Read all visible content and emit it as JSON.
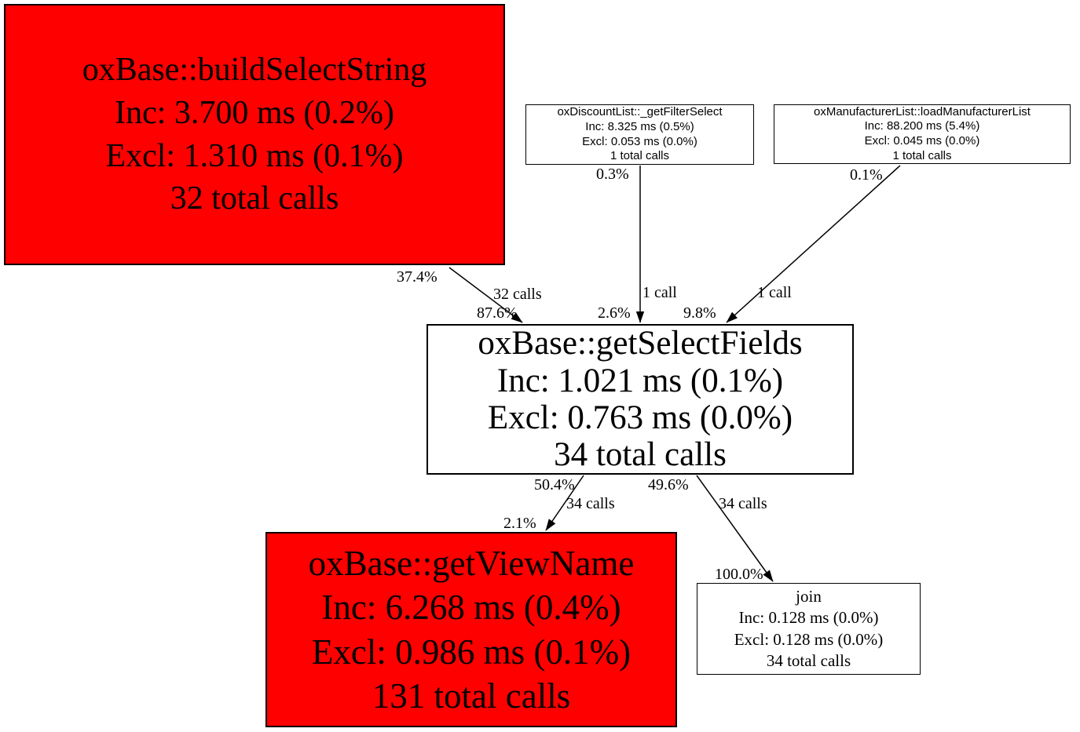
{
  "diagram": {
    "type": "profiler-call-graph",
    "background_color": "#ffffff",
    "edge_color": "#000000",
    "hot_node_color": "#ff0000",
    "normal_node_color": "#ffffff",
    "border_color": "#000000"
  },
  "nodes": [
    {
      "id": "oxBase::buildSelectString",
      "name": "oxBase::buildSelectString",
      "inc": "Inc: 3.700 ms (0.2%)",
      "excl": "Excl: 1.310 ms (0.1%)",
      "calls": "32 total calls",
      "highlight": "red"
    },
    {
      "id": "oxDiscountList::_getFilterSelect",
      "name": "oxDiscountList::_getFilterSelect",
      "inc": "Inc: 8.325 ms (0.5%)",
      "excl": "Excl: 0.053 ms (0.0%)",
      "calls": "1 total calls",
      "highlight": "none"
    },
    {
      "id": "oxManufacturerList::loadManufacturerList",
      "name": "oxManufacturerList::loadManufacturerList",
      "inc": "Inc: 88.200 ms (5.4%)",
      "excl": "Excl: 0.045 ms (0.0%)",
      "calls": "1 total calls",
      "highlight": "none"
    },
    {
      "id": "oxBase::getSelectFields",
      "name": "oxBase::getSelectFields",
      "inc": "Inc: 1.021 ms (0.1%)",
      "excl": "Excl: 0.763 ms (0.0%)",
      "calls": "34 total calls",
      "highlight": "none"
    },
    {
      "id": "oxBase::getViewName",
      "name": "oxBase::getViewName",
      "inc": "Inc: 6.268 ms (0.4%)",
      "excl": "Excl: 0.986 ms (0.1%)",
      "calls": "131 total calls",
      "highlight": "red"
    },
    {
      "id": "join",
      "name": "join",
      "inc": "Inc: 0.128 ms (0.0%)",
      "excl": "Excl: 0.128 ms (0.0%)",
      "calls": "34 total calls",
      "highlight": "none"
    }
  ],
  "edges": [
    {
      "from": "oxBase::buildSelectString",
      "to": "oxBase::getSelectFields",
      "source_pct": "37.4%",
      "calls": "32 calls",
      "target_pct": "87.6%"
    },
    {
      "from": "oxDiscountList::_getFilterSelect",
      "to": "oxBase::getSelectFields",
      "source_pct": "0.3%",
      "calls": "1 call",
      "target_pct": "2.6%"
    },
    {
      "from": "oxManufacturerList::loadManufacturerList",
      "to": "oxBase::getSelectFields",
      "source_pct": "0.1%",
      "calls": "1 call",
      "target_pct": "9.8%"
    },
    {
      "from": "oxBase::getSelectFields",
      "to": "oxBase::getViewName",
      "source_pct": "50.4%",
      "calls": "34 calls",
      "target_pct": "2.1%"
    },
    {
      "from": "oxBase::getSelectFields",
      "to": "join",
      "source_pct": "49.6%",
      "calls": "34 calls",
      "target_pct": "100.0%"
    }
  ]
}
